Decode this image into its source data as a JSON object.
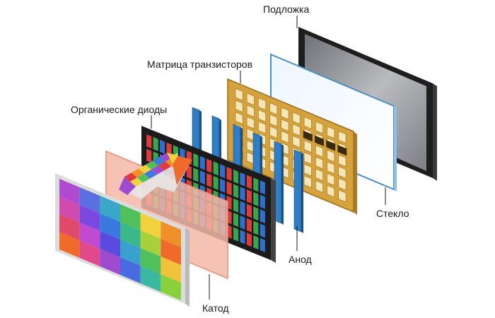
{
  "labels": {
    "substrate": "Подложка",
    "transistor_matrix": "Матрица транзисторов",
    "organic_diodes": "Органические диоды",
    "glass": "Стекло",
    "anode": "Анод",
    "cathode": "Катод"
  },
  "colors": {
    "frame_dark": "#2b2b2b",
    "screen_gray": "#8f9195",
    "glass_edge": "#4a90c8",
    "gold": "#d6a23c",
    "gold_light": "#f6e6b6",
    "anode_blue": "#2f7fc6",
    "cathode_pink": "#f3b7a6",
    "oled_red": "#e03a3a",
    "oled_green": "#3aa64a",
    "oled_blue": "#2f6fd0"
  },
  "icons": {
    "arrow": "rainbow-arrow-icon"
  }
}
